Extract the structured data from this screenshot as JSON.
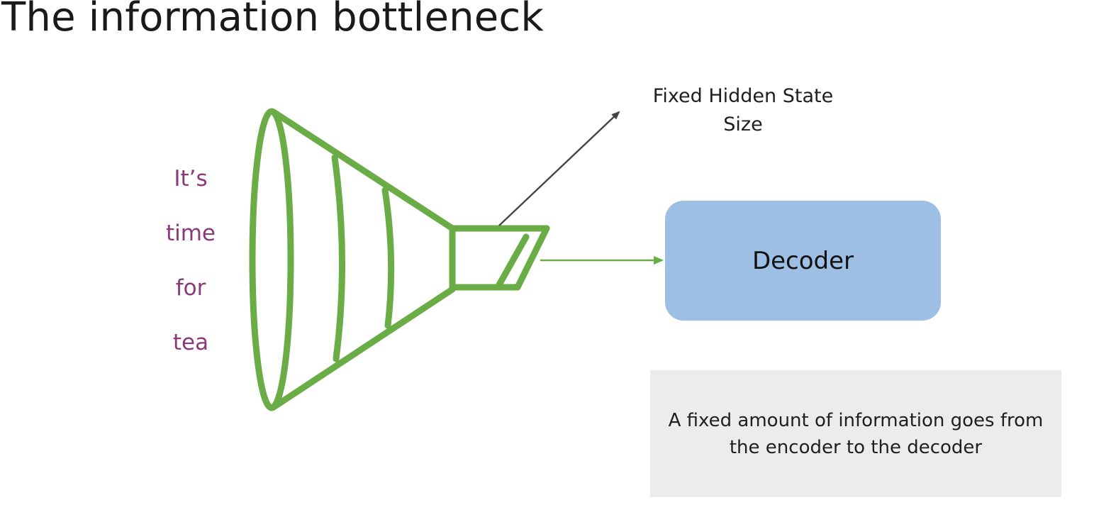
{
  "title": "The information bottleneck",
  "input_words": [
    "It’s",
    "time",
    "for",
    "tea"
  ],
  "hidden_state_label": "Fixed Hidden State Size",
  "decoder_label": "Decoder",
  "note_text": "A fixed amount of information goes from the encoder to the decoder",
  "colors": {
    "encoder_stroke": "#6aac45",
    "input_text": "#8b3a78",
    "decoder_fill": "#9dbfe4",
    "note_fill": "#ececec",
    "pointer_arrow": "#444444"
  },
  "icons": {
    "encoder": "funnel-encoder-icon"
  }
}
